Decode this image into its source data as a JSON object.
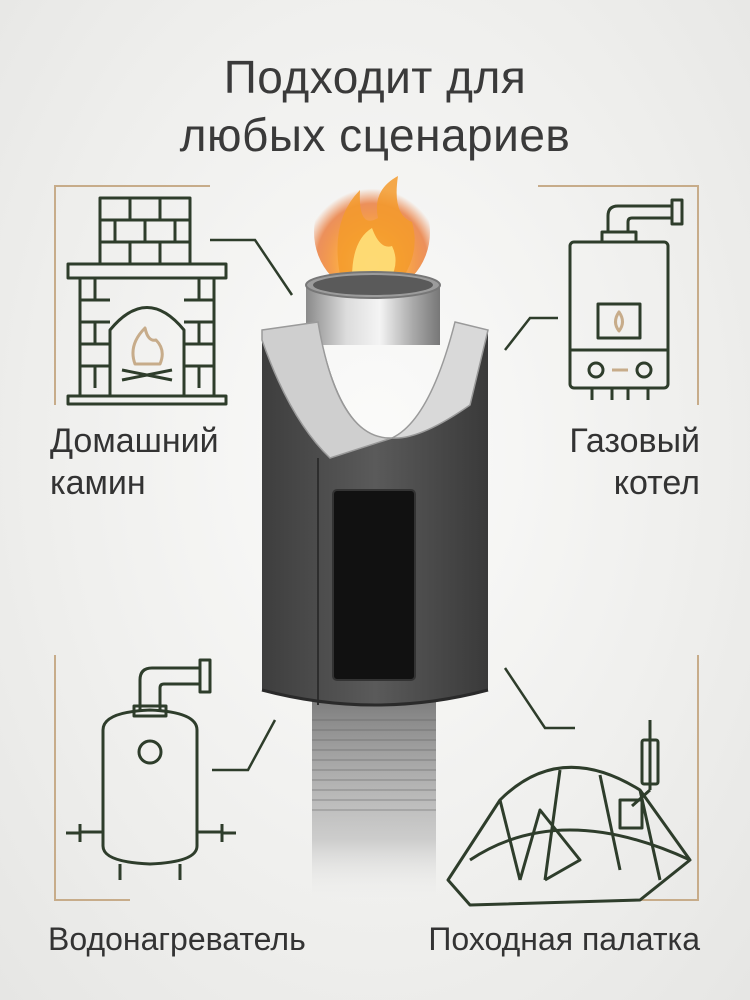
{
  "title": {
    "line1": "Подходит для",
    "line2": "любых сценариев"
  },
  "scenarios": {
    "fireplace": {
      "line1": "Домашний",
      "line2": "камин",
      "icon": "fireplace-icon"
    },
    "gas_boiler": {
      "line1": "Газовый",
      "line2": "котел",
      "icon": "gas-boiler-icon"
    },
    "water_heater": {
      "label": "Водонагреватель",
      "icon": "water-heater-icon"
    },
    "camp_tent": {
      "label": "Походная палатка",
      "icon": "tent-icon"
    }
  },
  "colors": {
    "icon_stroke": "#2e3d2b",
    "frame_accent": "#c7ac8a",
    "text": "#333333"
  }
}
